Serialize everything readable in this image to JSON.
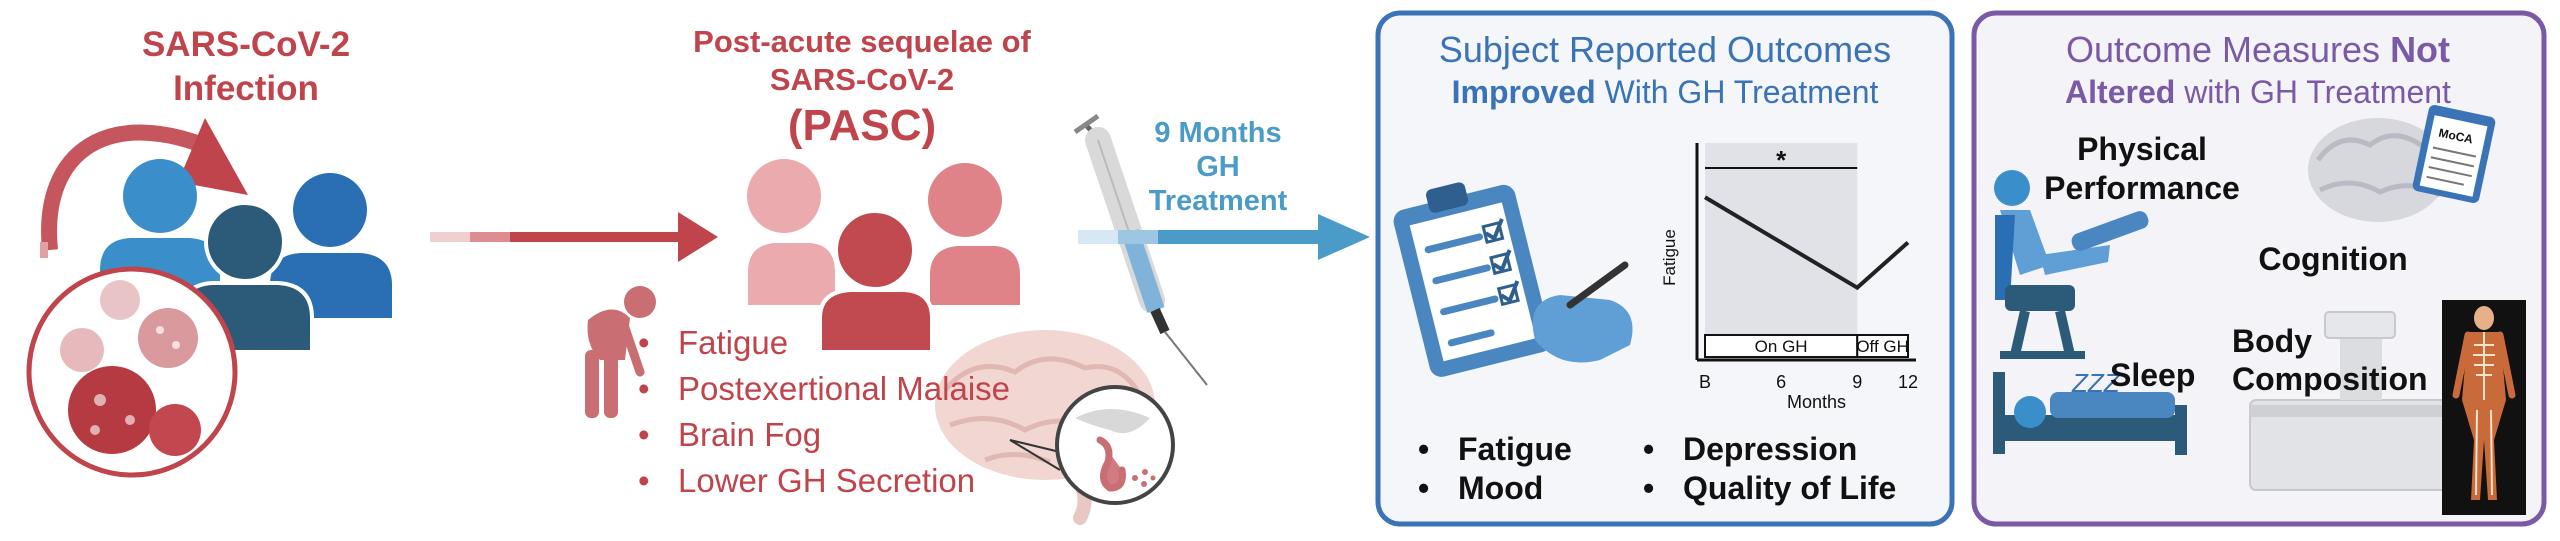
{
  "infection": {
    "title_line1": "SARS-CoV-2",
    "title_line2": "Infection",
    "color": "#c0444b"
  },
  "pasc": {
    "title_line1": "Post-acute sequelae of",
    "title_line2": "SARS-CoV-2",
    "title_line3": "(PASC)",
    "symptoms": [
      "Fatigue",
      "Postexertional Malaise",
      "Brain Fog",
      "Lower GH Secretion"
    ],
    "bullet": "•"
  },
  "treatment": {
    "line1": "9 Months",
    "line2": "GH",
    "line3": "Treatment",
    "color": "#4a9bc7"
  },
  "subject_outcomes": {
    "title_line1": "Subject Reported Outcomes",
    "title_line2_bold": "Improved",
    "title_line2_rest": " With GH Treatment",
    "border_color": "#3a73b6",
    "items": [
      "Fatigue",
      "Mood",
      "Depression",
      "Quality of Life"
    ],
    "bullet": "•"
  },
  "chart_data": {
    "type": "line",
    "title": "",
    "xlabel": "Months",
    "ylabel": "Fatigue",
    "x": [
      0,
      9,
      12
    ],
    "y": [
      9,
      4,
      6.5
    ],
    "xlim": [
      0,
      12
    ],
    "ylim": [
      0,
      12
    ],
    "x_ticks": [
      {
        "x": 0,
        "label": "B"
      },
      {
        "x": 4.5,
        "label": "6"
      },
      {
        "x": 9,
        "label": "9"
      },
      {
        "x": 12,
        "label": "12"
      }
    ],
    "shaded_region": [
      0,
      9
    ],
    "significance_marker": "*",
    "period_labels": [
      {
        "start": 0,
        "end": 9,
        "label": "On GH"
      },
      {
        "start": 9,
        "end": 12,
        "label": "Off GH"
      }
    ]
  },
  "outcome_measures": {
    "title_line1_normal": "Outcome Measures ",
    "title_line1_bold": "Not",
    "title_line2_bold": "Altered",
    "title_line2_rest": " with GH Treatment",
    "border_color": "#7a5aa6",
    "physical_line1": "Physical",
    "physical_line2": "Performance",
    "cognition": "Cognition",
    "sleep": "Sleep",
    "body_line1": "Body",
    "body_line2": "Composition",
    "moca_label": "MoCA",
    "zzz": "ZZZ"
  }
}
